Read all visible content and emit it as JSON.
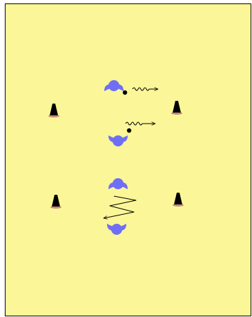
{
  "diagram": {
    "field_color": "#fbf697",
    "border_color": "#000000",
    "player_color": "#6f6ff6",
    "cone_color": "#000000",
    "cone_shadow_color": "#c48a7a",
    "ball_color": "#000000",
    "arrow_color": "#000000",
    "icons": {
      "player": "player-icon",
      "cone": "cone-icon",
      "ball": "ball-icon",
      "dribble": "dribble-path-icon",
      "arrow": "arrow-icon"
    },
    "counts": {
      "cones": 4,
      "players": 4,
      "balls": 2,
      "dribble_paths": 2,
      "arrows": 1
    }
  }
}
